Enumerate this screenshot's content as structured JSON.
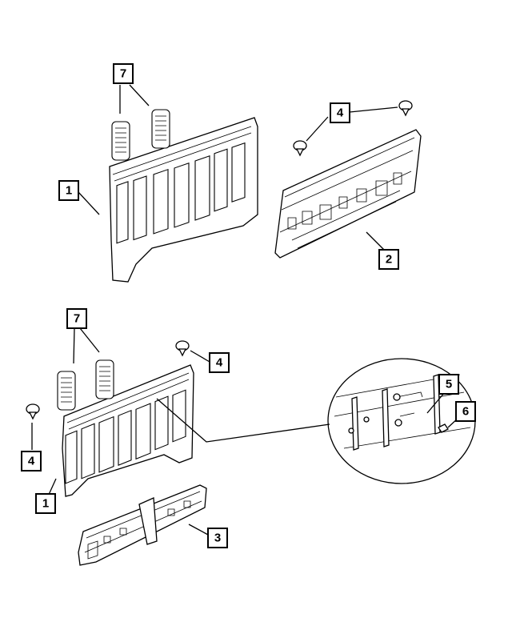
{
  "callouts": {
    "c1_top": "1",
    "c2": "2",
    "c3": "3",
    "c4_top": "4",
    "c4_mid": "4",
    "c4_left": "4",
    "c5": "5",
    "c6": "6",
    "c7_top": "7",
    "c7_bottom": "7",
    "c1_bottom": "1"
  }
}
